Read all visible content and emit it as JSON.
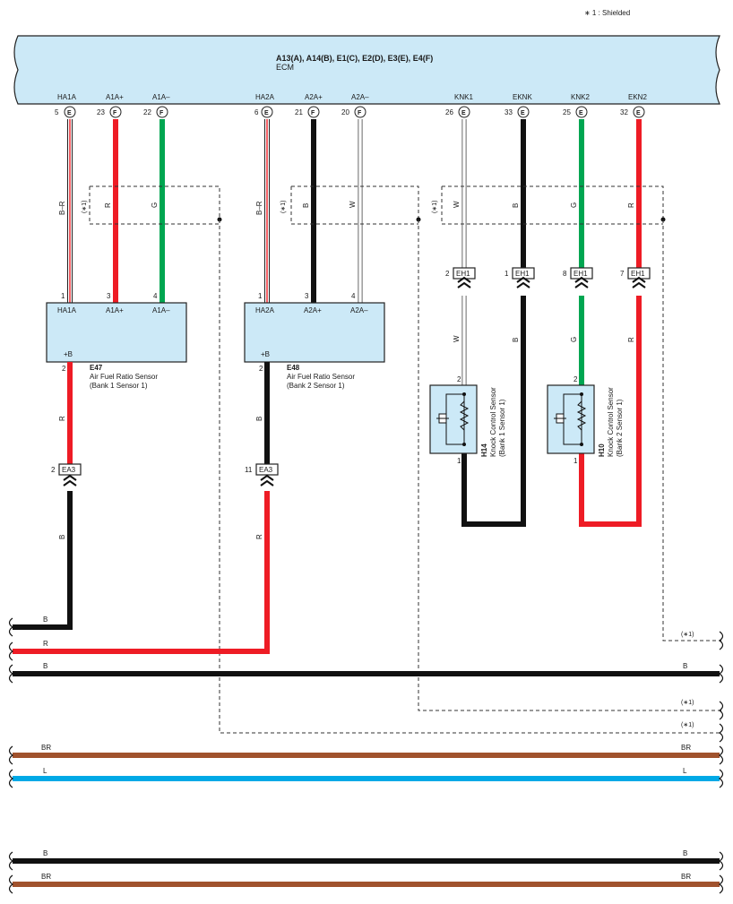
{
  "note": "∗ 1 : Shielded",
  "ecm": {
    "codes": "A13(A), A14(B), E1(C), E2(D), E3(E), E4(F)",
    "name": "ECM",
    "pins": [
      {
        "name": "HA1A",
        "num": "5",
        "conn": "E"
      },
      {
        "name": "A1A+",
        "num": "23",
        "conn": "F"
      },
      {
        "name": "A1A–",
        "num": "22",
        "conn": "F"
      },
      {
        "name": "HA2A",
        "num": "6",
        "conn": "E"
      },
      {
        "name": "A2A+",
        "num": "21",
        "conn": "F"
      },
      {
        "name": "A2A–",
        "num": "20",
        "conn": "F"
      },
      {
        "name": "KNK1",
        "num": "26",
        "conn": "E"
      },
      {
        "name": "EKNK",
        "num": "33",
        "conn": "E"
      },
      {
        "name": "KNK2",
        "num": "25",
        "conn": "E"
      },
      {
        "name": "EKN2",
        "num": "32",
        "conn": "E"
      }
    ]
  },
  "wire_labels": [
    "B–R",
    "R",
    "G",
    "B–R",
    "B",
    "W",
    "W",
    "B",
    "G",
    "R"
  ],
  "lower_wire_labels": [
    "W",
    "B",
    "G",
    "R"
  ],
  "shield_tag": "(∗1)",
  "eh1": {
    "name": "EH1",
    "pins": [
      "2",
      "1",
      "8",
      "7"
    ]
  },
  "sensor_e47": {
    "code": "E47",
    "line1": "Air Fuel Ratio Sensor",
    "line2": "(Bank 1 Sensor 1)",
    "pins": [
      {
        "num": "1",
        "name": "HA1A"
      },
      {
        "num": "3",
        "name": "A1A+"
      },
      {
        "num": "4",
        "name": "A1A–"
      }
    ],
    "bplus": "+B",
    "bplus_pin": "2"
  },
  "sensor_e48": {
    "code": "E48",
    "line1": "Air Fuel Ratio Sensor",
    "line2": "(Bank 2 Sensor 1)",
    "pins": [
      {
        "num": "1",
        "name": "HA2A"
      },
      {
        "num": "3",
        "name": "A2A+"
      },
      {
        "num": "4",
        "name": "A2A–"
      }
    ],
    "bplus": "+B",
    "bplus_pin": "2"
  },
  "ea3_left": {
    "name": "EA3",
    "pin": "2",
    "wire_above": "R",
    "wire_below": "B"
  },
  "ea3_right": {
    "name": "EA3",
    "pin": "11",
    "wire_above": "B",
    "wire_below": "R"
  },
  "knock_h14": {
    "code": "H14",
    "line1": "Knock Control Sensor",
    "line2": "(Bank 1 Sensor 1)",
    "pin_top": "2",
    "pin_bot": "1"
  },
  "knock_h10": {
    "code": "H10",
    "line1": "Knock Control Sensor",
    "line2": "(Bank 2 Sensor 1)",
    "pin_top": "2",
    "pin_bot": "1"
  },
  "bus": [
    {
      "left": "B",
      "right": "",
      "color": "#111111"
    },
    {
      "left": "R",
      "right": "",
      "color": "#ee1c25"
    },
    {
      "left": "B",
      "right": "B",
      "color": "#111111"
    },
    {
      "left": "BR",
      "right": "BR",
      "color": "#a0522d"
    },
    {
      "left": "L",
      "right": "L",
      "color": "#00a9e6"
    },
    {
      "left": "B",
      "right": "B",
      "color": "#111111"
    },
    {
      "left": "BR",
      "right": "BR",
      "color": "#a0522d"
    }
  ],
  "shield_refs": [
    "(∗1)",
    "(∗1)",
    "(∗1)"
  ],
  "colors": {
    "black": "#111111",
    "red": "#ee1c25",
    "green": "#00a651",
    "brown": "#a0522d",
    "blue": "#00a9e6",
    "box": "#cce9f7"
  }
}
